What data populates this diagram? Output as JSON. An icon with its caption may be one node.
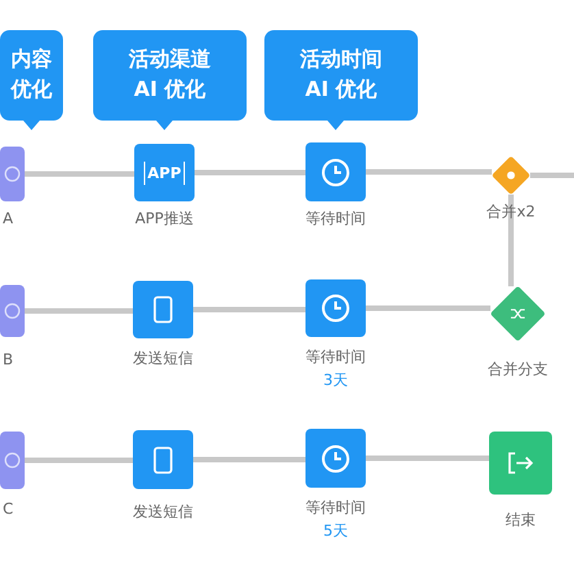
{
  "diagram": {
    "nodes": [
      {
        "text": [
          "内容优化"
        ]
      },
      {
        "text": [
          "活动渠道 AI 优化"
        ]
      },
      {
        "text": [
          "活动时间 AI 优化"
        ]
      },
      {
        "text": [],
        "shape": "box",
        "beside": [
          "A"
        ]
      },
      {
        "text": [
          "APP"
        ],
        "beside": [
          "APP推送"
        ]
      },
      {
        "text": [],
        "shape": "box",
        "beside": [
          "等待时间"
        ]
      },
      {
        "text": [],
        "shape": "diamond",
        "beside": [
          "合并x2"
        ]
      },
      {
        "text": [],
        "shape": "box",
        "beside": [
          "B"
        ]
      },
      {
        "text": [],
        "shape": "box",
        "beside": [
          "发送短信"
        ]
      },
      {
        "text": [],
        "shape": "box",
        "beside": [
          "等待时间",
          "3天"
        ]
      },
      {
        "text": [],
        "shape": "diamond",
        "beside": [
          "合并分支"
        ]
      },
      {
        "text": [],
        "shape": "box",
        "beside": [
          "C"
        ]
      },
      {
        "text": [],
        "shape": "box",
        "beside": [
          "发送短信"
        ]
      },
      {
        "text": [],
        "shape": "box",
        "beside": [
          "等待时间",
          "5天"
        ]
      },
      {
        "text": [],
        "shape": "circle",
        "beside": [
          "结束"
        ]
      }
    ],
    "edges": [
      {
        "from": 3,
        "to": 4,
        "arrow": "none"
      },
      {
        "from": 4,
        "to": 5,
        "arrow": "none"
      },
      {
        "from": 5,
        "to": 6,
        "arrow": "none"
      },
      {
        "from": 6,
        "to": null,
        "arrow": "none"
      },
      {
        "from": 6,
        "to": 10,
        "arrow": "none"
      },
      {
        "from": 7,
        "to": 8,
        "arrow": "none"
      },
      {
        "from": 8,
        "to": 9,
        "arrow": "none"
      },
      {
        "from": 9,
        "to": 10,
        "arrow": "none"
      },
      {
        "from": 11,
        "to": 12,
        "arrow": "none"
      },
      {
        "from": 12,
        "to": 13,
        "arrow": "none"
      },
      {
        "from": 13,
        "to": 14,
        "arrow": "none"
      }
    ]
  }
}
